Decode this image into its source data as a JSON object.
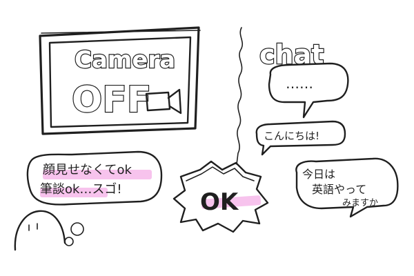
{
  "camera_panel": {
    "line1": "Camera",
    "line2": "OFF"
  },
  "chat_panel": {
    "title": "chat",
    "dots": "……",
    "greeting": "こんにちは!",
    "message_line1": "今日は",
    "message_line2": "英語やって",
    "message_line3": "みますか"
  },
  "thought_bubble": {
    "line1": "顔見せなくてok",
    "line2": "筆談ok…スゴ!"
  },
  "ok_burst": {
    "label": "OK"
  },
  "colors": {
    "ink": "#1f1f1f",
    "highlight": "#f6b8ea",
    "background": "#ffffff"
  }
}
